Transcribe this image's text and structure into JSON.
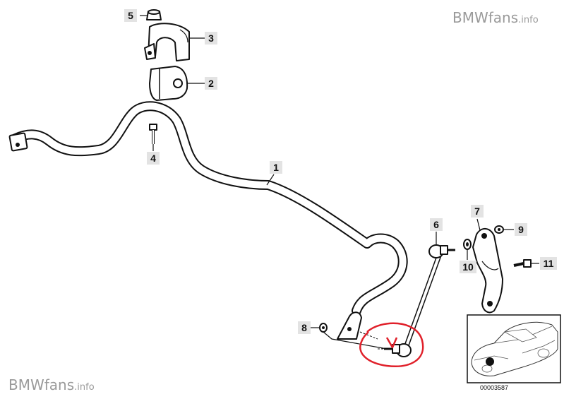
{
  "watermark_top": {
    "brand": "BMWfans",
    "suffix": ".info"
  },
  "watermark_bottom": {
    "brand": "BMWfans",
    "suffix": ".info"
  },
  "callouts": {
    "c1": "1",
    "c2": "2",
    "c3": "3",
    "c4": "4",
    "c5": "5",
    "c6": "6",
    "c7": "7",
    "c8": "8",
    "c9": "9",
    "c10": "10",
    "c11": "11"
  },
  "inset": {
    "code": "00003587"
  },
  "colors": {
    "highlight": "#e0202a",
    "callout_bg": "#e3e3e3",
    "watermark": "#9a9a9a"
  }
}
